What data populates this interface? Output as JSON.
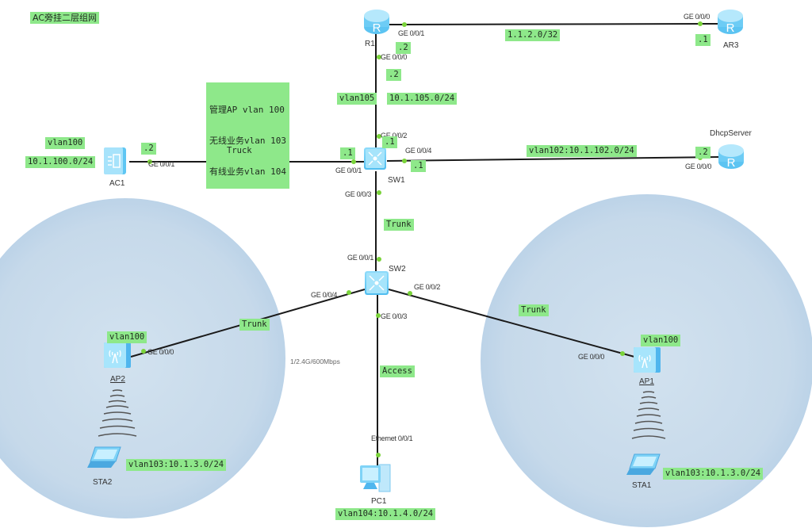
{
  "title": "AC旁挂二层组网",
  "legend": {
    "lines": [
      "管理AP vlan 100",
      "无线业务vlan 103",
      "有线业务vlan 104"
    ]
  },
  "devices": {
    "r1": {
      "name": "R1",
      "type": "router"
    },
    "ar3": {
      "name": "AR3",
      "type": "router"
    },
    "dhcp": {
      "name": "DhcpServer",
      "type": "router"
    },
    "sw1": {
      "name": "SW1",
      "type": "switch"
    },
    "sw2": {
      "name": "SW2",
      "type": "switch"
    },
    "ac1": {
      "name": "AC1",
      "type": "access-controller"
    },
    "ap1": {
      "name": "AP1",
      "type": "access-point"
    },
    "ap2": {
      "name": "AP2",
      "type": "access-point"
    },
    "sta1": {
      "name": "STA1",
      "type": "laptop"
    },
    "sta2": {
      "name": "STA2",
      "type": "laptop"
    },
    "pc1": {
      "name": "PC1",
      "type": "pc"
    }
  },
  "ports": {
    "r1_g001": "GE 0/0/1",
    "r1_g000": "GE 0/0/0",
    "ar3_g000": "GE 0/0/0",
    "sw1_g002": "GE 0/0/2",
    "sw1_g004": "GE 0/0/4",
    "sw1_g001": "GE 0/0/1",
    "sw1_g003": "GE 0/0/3",
    "ac1_g001": "GE 0/0/1",
    "dhcp_g000": "GE 0/0/0",
    "sw2_g001": "GE 0/0/1",
    "sw2_g004": "GE 0/0/4",
    "sw2_g002": "GE 0/0/2",
    "sw2_g003": "GE 0/0/3",
    "ap2_g000": "GE 0/0/0",
    "ap1_g000": "GE 0/0/0",
    "pc1_eth": "Ethernet 0/0/1"
  },
  "labels": {
    "r1_ar3_net": "1.1.2.0/32",
    "ar3_ip": ".1",
    "r1_top_ip": ".2",
    "r1_down_ip": ".2",
    "vlan105": "vlan105",
    "net105": "10.1.105.0/24",
    "sw1_up_ip": ".1",
    "ac_vlan": "vlan100",
    "ac_net": "10.1.100.0/24",
    "ac_ip": ".2",
    "ac_link": "Truck",
    "sw1_left_ip": ".1",
    "sw1_right_ip": ".1",
    "dhcp_net": "vlan102:10.1.102.0/24",
    "dhcp_ip": ".2",
    "sw1_sw2_link": "Trunk",
    "sw2_ap2_link": "Trunk",
    "sw2_ap1_link": "Trunk",
    "sw2_pc_link": "Access",
    "ap2_vlan": "vlan100",
    "ap1_vlan": "vlan100",
    "sta2_net": "vlan103:10.1.3.0/24",
    "sta1_net": "vlan103:10.1.3.0/24",
    "pc1_net": "vlan104:10.1.4.0/24",
    "wireless_rate": "1/2.4G/600Mbps"
  },
  "colors": {
    "label_bg": "#8ee88a",
    "port_dot": "#7ad33a",
    "coverage": "#c9dcec",
    "link": "#1a1a1a"
  }
}
